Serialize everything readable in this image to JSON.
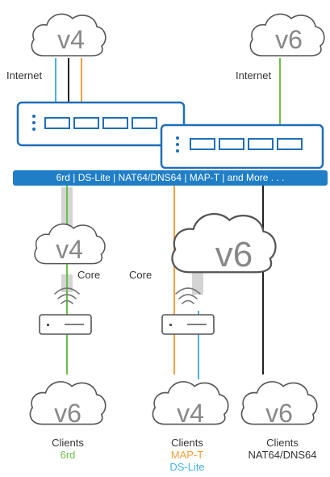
{
  "colors": {
    "ipv4_line": "#4ab0e0",
    "orange_line": "#f5a03a",
    "green_line": "#6cc04a",
    "black_line": "#222222",
    "device_blue": "#1f6eb8",
    "banner_bg": "#1f7ec6",
    "tunnel_gray": "#c8c8c8"
  },
  "clouds": {
    "internet_v4": "v4",
    "internet_v6": "v6",
    "core_v4": "v4",
    "core_v6": "v6",
    "clients_6rd": "v6",
    "clients_v4": "v4",
    "clients_nat64": "v6"
  },
  "labels": {
    "internet_left": "Internet",
    "internet_right": "Internet",
    "core_left": "Core",
    "core_right": "Core"
  },
  "banner": "6rd | DS-Lite | NAT64/DNS64 | MAP-T | and More . . .",
  "clients": [
    {
      "title": "Clients",
      "sub": [
        "6rd"
      ]
    },
    {
      "title": "Clients",
      "sub": [
        "MAP-T",
        "DS-Lite"
      ]
    },
    {
      "title": "Clients",
      "sub": [
        "NAT64/DNS64"
      ]
    }
  ]
}
